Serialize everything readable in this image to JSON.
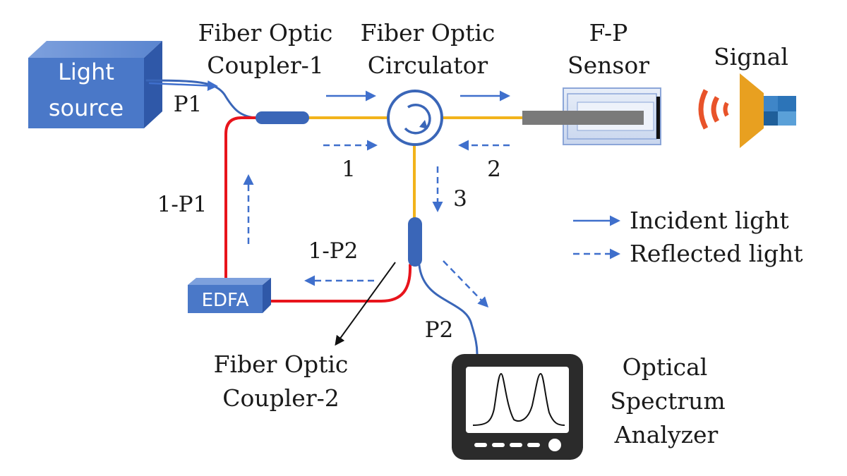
{
  "labels": {
    "light_source_line1": "Light",
    "light_source_line2": "source",
    "coupler1_line1": "Fiber Optic",
    "coupler1_line2": "Coupler-1",
    "circulator_line1": "Fiber Optic",
    "circulator_line2": "Circulator",
    "sensor_line1": "F-P",
    "sensor_line2": "Sensor",
    "signal": "Signal",
    "p1": "P1",
    "one_minus_p1": "1-P1",
    "one_minus_p2": "1-P2",
    "p2": "P2",
    "edfa": "EDFA",
    "coupler2_line1": "Fiber Optic",
    "coupler2_line2": "Coupler-2",
    "osa_line1": "Optical",
    "osa_line2": "Spectrum",
    "osa_line3": "Analyzer",
    "port1": "1",
    "port2": "2",
    "port3": "3"
  },
  "legend": {
    "incident": "Incident light",
    "reflected": "Reflected light"
  },
  "colors": {
    "fiber_yellow": "#f2b31b",
    "fiber_red": "#e8141c",
    "fiber_blue": "#3a66b8",
    "arrow_blue": "#3f6fcc",
    "box_blue": "#4a78c8",
    "speaker_orange": "#e8a020",
    "waves_red": "#e8532a"
  },
  "icons": {
    "circulator": "circulator-icon",
    "speaker": "speaker-icon",
    "analyzer": "spectrum-analyzer-icon"
  }
}
